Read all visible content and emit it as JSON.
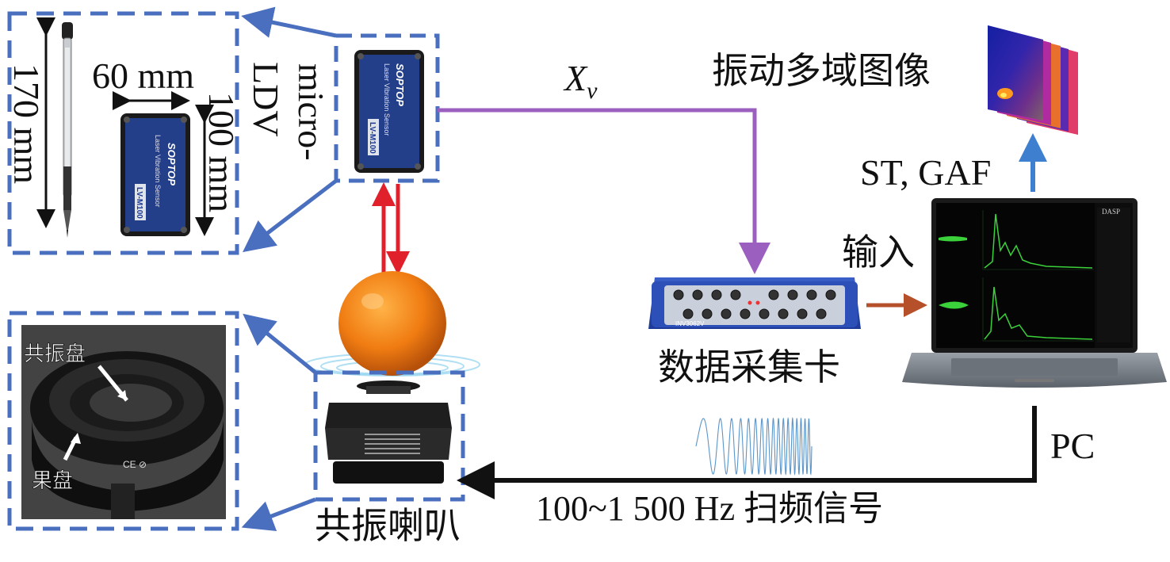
{
  "labels": {
    "ldv": "LDV",
    "micro": "micro-",
    "height_dim": "170 mm",
    "width_dim": "60 mm",
    "length_dim": "100 mm",
    "sensor_brand": "SOPTOP",
    "sensor_model": "LV-M100",
    "sensor_name": "Laser Vibration Sensor",
    "signal_xv_main": "X",
    "signal_xv_sub": "v",
    "multidomain_image": "振动多域图像",
    "transform": "ST, GAF",
    "input": "输入",
    "daq_card": "数据采集卡",
    "pc": "PC",
    "sweep_signal": "100~1 500 Hz 扫频信号",
    "speaker": "共振喇叭",
    "resonance_plate": "共振盘",
    "fruit_tray": "果盘",
    "daq_model": "INV3062V",
    "laptop_brand": "DASP"
  },
  "colors": {
    "blue_dashed": "#4a6fbf",
    "purple_line": "#9b5fc0",
    "red_arrow": "#e0202a",
    "brown_arrow": "#b5502a",
    "blue_arrow": "#3f7fd0",
    "black_line": "#111111"
  }
}
